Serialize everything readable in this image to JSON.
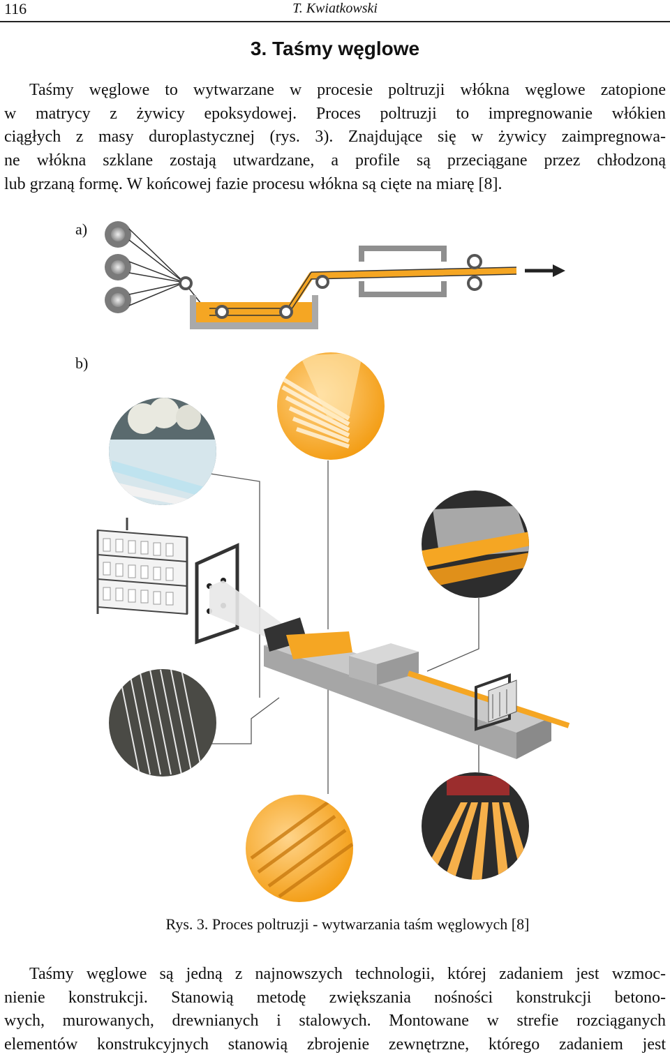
{
  "header": {
    "page_number": "116",
    "author": "T. Kwiatkowski"
  },
  "section": {
    "title": "3. Taśmy węglowe"
  },
  "paragraph1": {
    "lines": [
      "Taśmy węglowe to wytwarzane w procesie poltruzji włókna węglowe zatopione",
      "w matrycy z żywicy epoksydowej. Proces poltruzji to impregnowanie włókien",
      "ciągłych z masy duroplastycznej (rys. 3). Znajdujące się w żywicy zaimpregnowa-",
      "ne włókna szklane zostają utwardzane, a profile są przeciągane przez chłodzoną",
      "lub grzaną formę. W końcowej fazie procesu włókna są cięte na miarę [8]."
    ]
  },
  "figure": {
    "label_a": "a)",
    "label_b": "b)",
    "caption": "Rys. 3. Proces poltruzji - wytwarzania taśm węglowych [8]",
    "colors": {
      "resin_orange": "#f5a623",
      "machine_grey": "#a9a9a9",
      "dark_grey": "#4a4a4a"
    }
  },
  "paragraph2": {
    "lines": [
      "Taśmy węglowe są jedną z najnowszych technologii, której zadaniem jest wzmoc-",
      "nienie konstrukcji. Stanowią metodę zwiększania nośności konstrukcji betono-",
      "wych, murowanych, drewnianych i stalowych. Montowane w strefie rozciąganych",
      "elementów konstrukcyjnych stanowią zbrojenie zewnętrzne, którego zadaniem jest"
    ]
  }
}
